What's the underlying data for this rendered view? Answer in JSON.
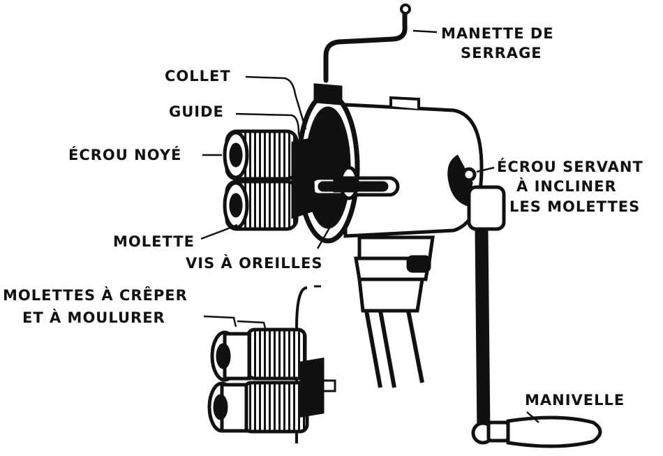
{
  "labels": {
    "manette_de_serrage": [
      "MANETTE DE",
      "SERRAGE"
    ],
    "collet": "COLLET",
    "guide": "GUIDE",
    "ecrou_noye": "ÉCROU NOYÉ",
    "ecrou_servant": [
      "ÉCROU SERVANT",
      "À INCLINER",
      "LES MOLETTES"
    ],
    "molette": "MOLETTE",
    "vis_a_oreilles": "VIS À OREILLES",
    "molettes_a_creper": [
      "MOLETTES À CRÊPER",
      "ET À MOULURER"
    ],
    "manivelle": "MANIVELLE"
  },
  "colors": {
    "ink": "#111111",
    "paper": "#ffffff"
  }
}
